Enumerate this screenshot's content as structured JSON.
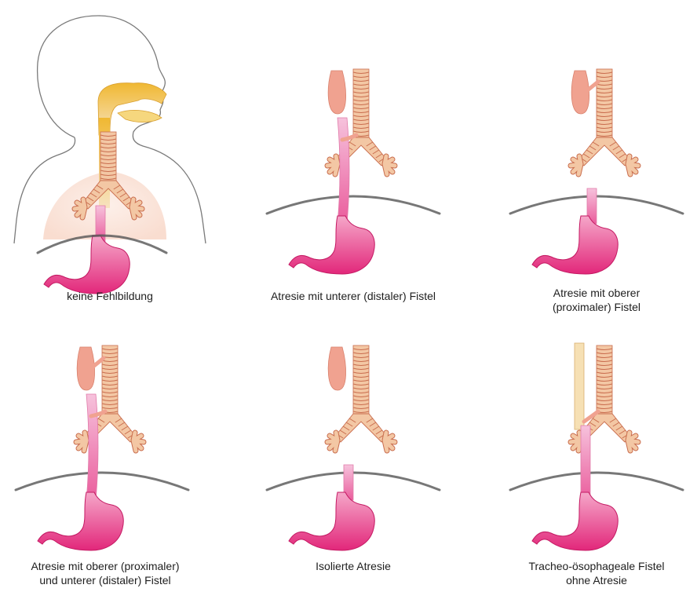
{
  "panels": [
    {
      "id": "normal",
      "lines": [
        "keine Fehlbildung"
      ]
    },
    {
      "id": "distal",
      "lines": [
        "Atresie mit unterer (distaler) Fistel"
      ]
    },
    {
      "id": "proximal",
      "lines": [
        "Atresie mit oberer",
        "(proximaler) Fistel"
      ]
    },
    {
      "id": "both",
      "lines": [
        "Atresie mit oberer (proximaler)",
        "und unterer (distaler) Fistel"
      ]
    },
    {
      "id": "isolated",
      "lines": [
        "Isolierte Atresie"
      ]
    },
    {
      "id": "htype",
      "lines": [
        "Tracheo-ösophageale Fistel",
        "ohne Atresie"
      ]
    }
  ],
  "colors": {
    "stomach": "#e8488a",
    "esophagus": "#f08cbc",
    "pouch": "#f0a290",
    "trachea": "#f3c7a4",
    "trachea_ring": "#c96d4e",
    "airway": "#f2c14a",
    "lung": "#fbe4da",
    "outline": "#555555",
    "diaphragm": "#555555"
  }
}
